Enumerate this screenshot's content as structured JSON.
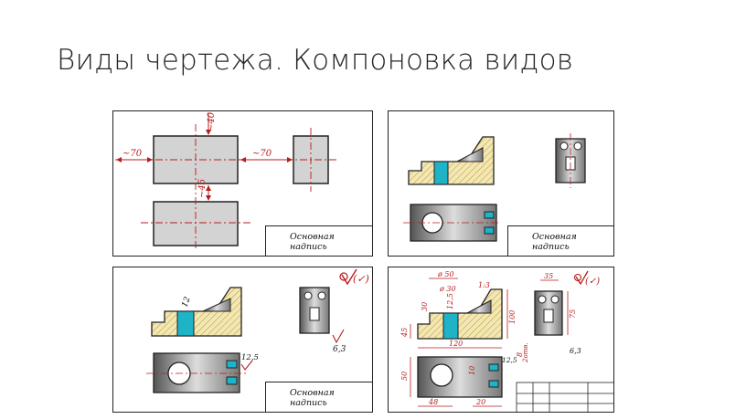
{
  "slide": {
    "title": "Виды чертежа. Компоновка видов"
  },
  "stamp": {
    "line1": "Основная",
    "line2": "надпись"
  },
  "panel1": {
    "dims": [
      "~70",
      "~40",
      "~70",
      "~45"
    ]
  },
  "panel3": {
    "dims": [
      "12",
      "12,5",
      "6,3"
    ]
  },
  "panel4": {
    "dims": [
      "ø 50",
      "ø 30",
      "1:3",
      "30",
      "12,5",
      "100",
      "45",
      "120",
      "50",
      "35",
      "75",
      "8",
      "2отв.",
      "6,3",
      "10",
      "12,5",
      "48",
      "20"
    ]
  },
  "colors": {
    "dimension": "#b71c1c",
    "hatch_fill": "#f3e7b3",
    "accent_cyan": "#1fb3c8",
    "part_fill": "#d6d6d6"
  }
}
